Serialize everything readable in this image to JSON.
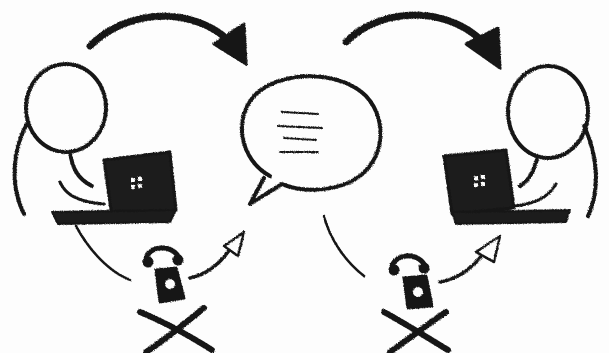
{
  "diagram": {
    "style": "hand-drawn sketch",
    "colors": {
      "ink": "#141414",
      "paper": "#fdfdfd",
      "screen": "#1a1a1a"
    },
    "nodes": [
      {
        "id": "sender",
        "icons": [
          "person-icon",
          "laptop-icon"
        ]
      },
      {
        "id": "message",
        "icons": [
          "speech-bubble-icon"
        ]
      },
      {
        "id": "receiver",
        "icons": [
          "person-icon",
          "laptop-icon"
        ]
      }
    ],
    "flows": [
      {
        "from": "sender",
        "to": "message",
        "icon": "curved-arrow-icon"
      },
      {
        "from": "message",
        "to": "receiver",
        "icon": "curved-arrow-icon"
      }
    ],
    "crossed_out": [
      "telephone-icon",
      "telephone-icon"
    ]
  }
}
